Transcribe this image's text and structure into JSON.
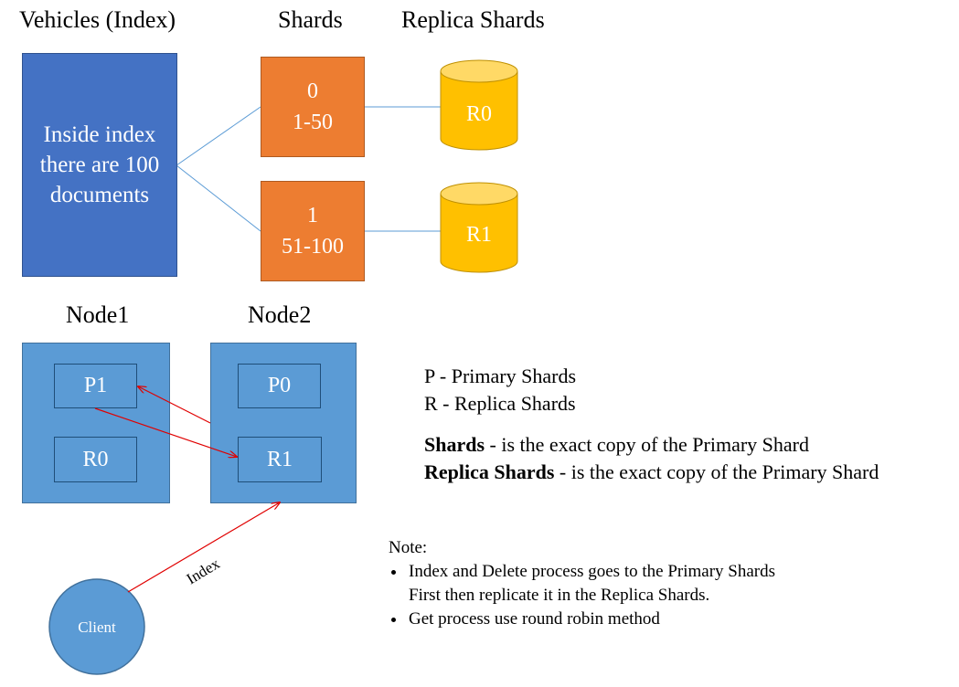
{
  "headers": {
    "index": "Vehicles (Index)",
    "shards": "Shards",
    "replica_shards": "Replica Shards",
    "node1": "Node1",
    "node2": "Node2"
  },
  "index_box": {
    "line1": "Inside index",
    "line2": "there are 100",
    "line3": "documents"
  },
  "shards": [
    {
      "number": "0",
      "range": "1-50"
    },
    {
      "number": "1",
      "range": "51-100"
    }
  ],
  "replicas": [
    "R0",
    "R1"
  ],
  "node1": {
    "primary": "P1",
    "replica": "R0"
  },
  "node2": {
    "primary": "P0",
    "replica": "R1"
  },
  "client": {
    "label": "Client",
    "arrow_label": "Index"
  },
  "legend": {
    "p": "P - Primary Shards",
    "r": "R - Replica Shards",
    "shards_term": "Shards",
    "shards_def": " - is the exact copy of the Primary Shard",
    "replica_term": "Replica Shards",
    "replica_def": " - is the exact copy of the Primary Shard"
  },
  "note": {
    "title": "Note:",
    "item1_line1": "Index and Delete process goes to the Primary Shards",
    "item1_line2": "First then replicate it in the Replica Shards.",
    "item2": "Get process use round robin method"
  },
  "colors": {
    "index_blue": "#4472c4",
    "shard_orange": "#ed7d31",
    "cylinder_gold": "#ffc000",
    "node_blue": "#5b9bd5",
    "connector_line": "#5b9bd5",
    "arrow_red": "#e00000"
  }
}
